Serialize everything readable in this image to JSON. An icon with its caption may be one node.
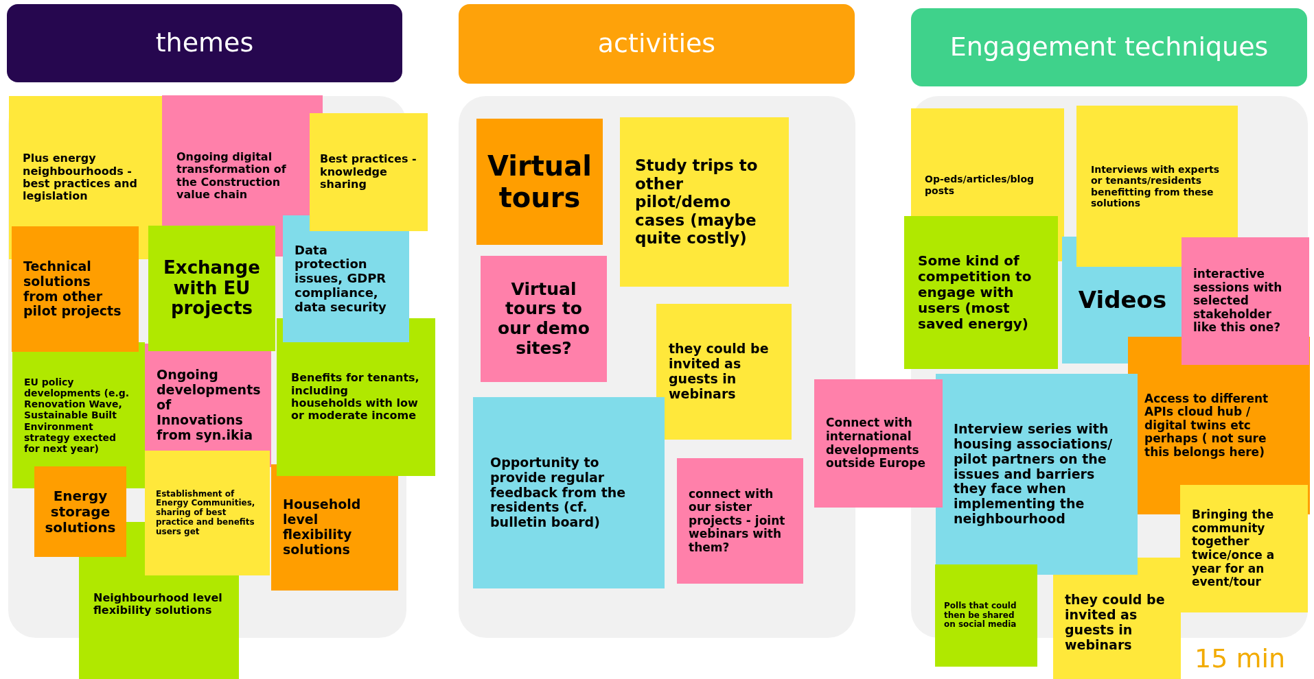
{
  "diagram": {
    "nodes": [
      {
        "text": [
          "themes"
        ]
      },
      {
        "text": [
          "activities"
        ]
      },
      {
        "text": [
          "Engagement techniques"
        ]
      },
      {
        "text": [
          "Plus energy neighbourhoods - best practices and legislation"
        ]
      },
      {
        "text": [
          "Ongoing digital transformation of the Construction value chain"
        ]
      },
      {
        "text": [
          "Best practices - knowledge sharing"
        ]
      },
      {
        "text": [
          "Technical solutions from other pilot projects"
        ]
      },
      {
        "text": [
          "Exchange with EU projects"
        ]
      },
      {
        "text": [
          "Data protection issues, GDPR compliance, data security"
        ]
      },
      {
        "text": [
          "EU policy developments (e.g. Renovation Wave, Sustainable Built Environment strategy exected for next year)"
        ]
      },
      {
        "text": [
          "Ongoing developments of Innovations from syn.ikia"
        ]
      },
      {
        "text": [
          "Benefits for tenants, including households with low or moderate income"
        ]
      },
      {
        "text": [
          "Energy storage solutions"
        ]
      },
      {
        "text": [
          "Establishment of Energy Communities, sharing of best practice and benefits users get"
        ]
      },
      {
        "text": [
          "Household level flexibility solutions"
        ]
      },
      {
        "text": [
          "Neighbourhood level flexibility solutions"
        ]
      },
      {
        "text": [
          "Virtual tours"
        ]
      },
      {
        "text": [
          "Study trips to other pilot/demo cases (maybe quite costly)"
        ]
      },
      {
        "text": [
          "Virtual tours to our demo sites?"
        ]
      },
      {
        "text": [
          "they could be invited as guests in webinars"
        ]
      },
      {
        "text": [
          "Opportunity to provide regular feedback from the residents (cf. bulletin board)"
        ]
      },
      {
        "text": [
          "connect with our sister projects - joint webinars with them?"
        ]
      },
      {
        "text": [
          "Op-eds/articles/blog posts"
        ]
      },
      {
        "text": [
          "Interviews with experts or tenants/residents benefitting from these solutions"
        ]
      },
      {
        "text": [
          "Some kind of competition to engage with users (most saved energy)"
        ]
      },
      {
        "text": [
          "Videos"
        ]
      },
      {
        "text": [
          "interactive sessions with selected stakeholder like this one?"
        ]
      },
      {
        "text": [
          "Connect with international developments outside Europe"
        ]
      },
      {
        "text": [
          "Interview series with housing associations/ pilot partners on the issues and barriers they face when implementing the neighbourhood"
        ]
      },
      {
        "text": [
          "Access to different APIs cloud hub / digital twins etc perhaps ( not sure this belongs here)"
        ]
      },
      {
        "text": [
          "Polls that could then be shared on social media"
        ]
      },
      {
        "text": [
          "they could be invited as guests in webinars"
        ]
      },
      {
        "text": [
          "Bringing the community together twice/once a year for an event/tour"
        ]
      }
    ],
    "labels": [
      "15 min"
    ]
  }
}
